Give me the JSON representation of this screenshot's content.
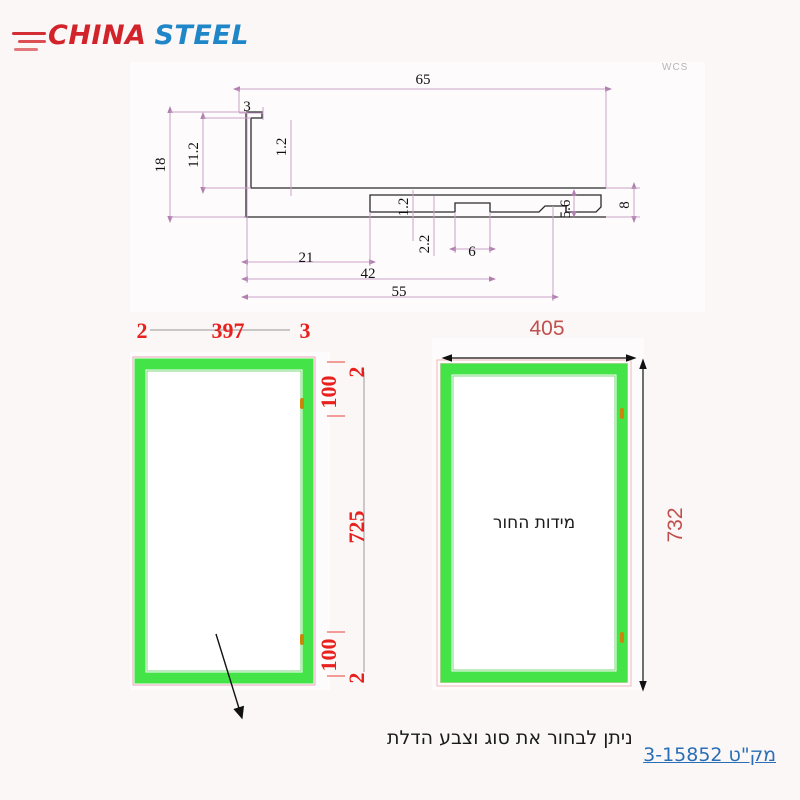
{
  "brand": {
    "name_part1": "CHINA",
    "name_part2": "STEEL"
  },
  "viewport": {
    "coordinate_system_label": "WCS"
  },
  "profile_section": {
    "title": "aluminium-profile-cross-section",
    "dimensions": {
      "overall_width": "65",
      "lip_width": "3",
      "overall_height": "18",
      "inner_height": "11.2",
      "top_wall_thickness": "1.2",
      "mid_wall_thickness": "1.2",
      "right_inner_height": "5.6",
      "right_height": "8",
      "notch_depth": "2.2",
      "notch_width": "6",
      "offset_21": "21",
      "offset_42": "42",
      "offset_55": "55"
    }
  },
  "frame_left": {
    "title": "door-leaf-outline",
    "top_dimensions": [
      "2",
      "397",
      "3"
    ],
    "right_dimensions": [
      "2",
      "100",
      "725",
      "100",
      "2"
    ],
    "note": "ניתן לבחור  את סוג וצבע הדלת",
    "colors": {
      "outline": "#e84a3f",
      "panel": "#44e449",
      "hinge": "#c9860a"
    }
  },
  "frame_right": {
    "title": "opening-dimensions",
    "width_label": "405",
    "height_label": "732",
    "center_label": "מידות החור",
    "colors": {
      "outline": "#ef6f6a",
      "panel": "#44e449",
      "arrow": "#111111",
      "label": "#c0504d"
    }
  },
  "catalog": {
    "label": "מק\"ט 3-15852"
  }
}
